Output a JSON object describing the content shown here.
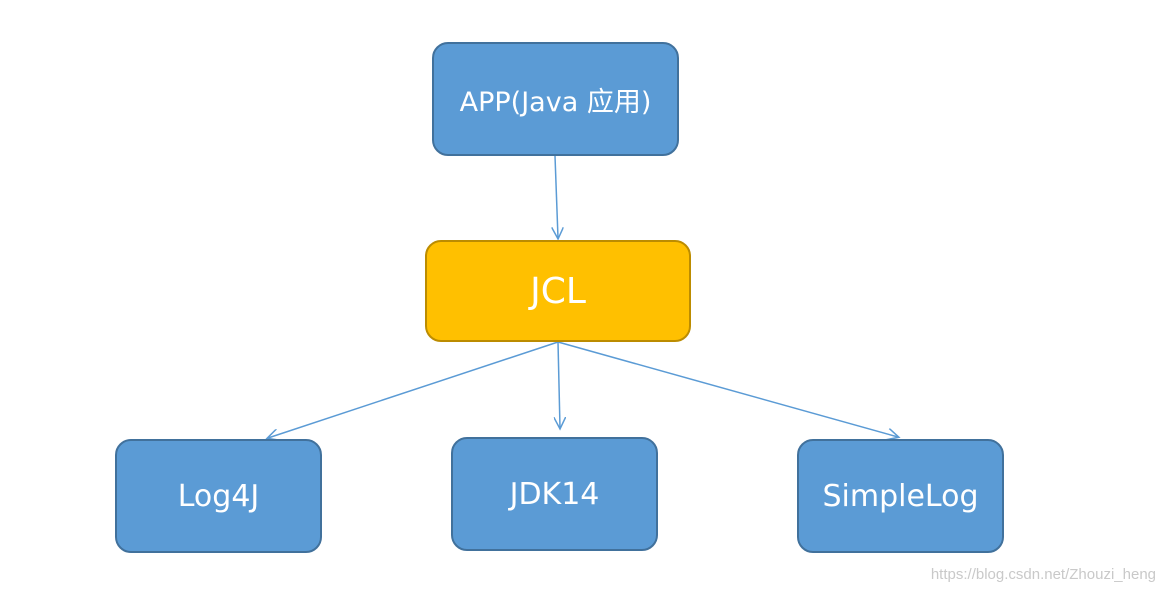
{
  "nodes": {
    "app": "APP(Java 应用)",
    "jcl": "JCL",
    "log4j": "Log4J",
    "jdk14": "JDK14",
    "simplelog": "SimpleLog"
  },
  "watermark": "https://blog.csdn.net/Zhouzi_heng",
  "colors": {
    "node_fill": "#5b9bd5",
    "node_border": "#41719c",
    "jcl_fill": "#ffc000",
    "jcl_border": "#bc8c00",
    "edge": "#5b9bd5"
  }
}
